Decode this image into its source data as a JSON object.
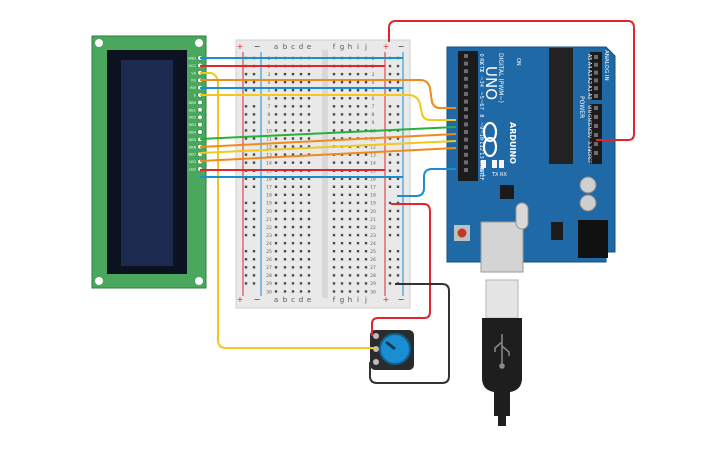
{
  "lcd": {
    "pins": [
      "GND",
      "VCC",
      "V0",
      "RS",
      "RW",
      "E",
      "DB0",
      "DB1",
      "DB2",
      "DB3",
      "DB4",
      "DB5",
      "DB6",
      "DB7",
      "LED",
      "LED"
    ]
  },
  "breadboard": {
    "columns_left": [
      "a",
      "b",
      "c",
      "d",
      "e"
    ],
    "columns_right": [
      "f",
      "g",
      "h",
      "i",
      "j"
    ],
    "rows": [
      "1",
      "2",
      "3",
      "4",
      "5",
      "6",
      "7",
      "8",
      "9",
      "10",
      "11",
      "12",
      "13",
      "14",
      "15",
      "16",
      "17",
      "18",
      "19",
      "20",
      "21",
      "22",
      "23",
      "24",
      "25",
      "26",
      "27",
      "28",
      "29",
      "30"
    ],
    "rail_plus": "+",
    "rail_minus": "−"
  },
  "arduino": {
    "model": "UNO",
    "brand": "ARDUINO",
    "digital_label": "DIGITAL (PWM~)",
    "analog_label": "ANALOG IN",
    "power_label": "POWER",
    "digital_pins": [
      "0 RX",
      "1 TX",
      "2",
      "~3",
      "4",
      "~5",
      "~6",
      "7",
      "8",
      "~9",
      "~10",
      "~11",
      "12",
      "13",
      "GND",
      "AREF"
    ],
    "analog_pins": [
      "A5",
      "A4",
      "A3",
      "A2",
      "A1",
      "A0"
    ],
    "power_pins": [
      "VIN",
      "GND",
      "GND",
      "5V",
      "3.3V",
      "IOREF"
    ],
    "on_label": "ON",
    "l_label": "L",
    "tx_label": "TX",
    "rx_label": "RX"
  },
  "colors": {
    "red": "#e0262b",
    "blue": "#1a8ed0",
    "yellow": "#f2c81c",
    "orange": "#f08a1c",
    "green": "#27b03a",
    "black": "#333333",
    "lcd_pcb": "#49a85d",
    "lcd_screen": "#1c2a4f",
    "arduino": "#1f6aa6"
  }
}
